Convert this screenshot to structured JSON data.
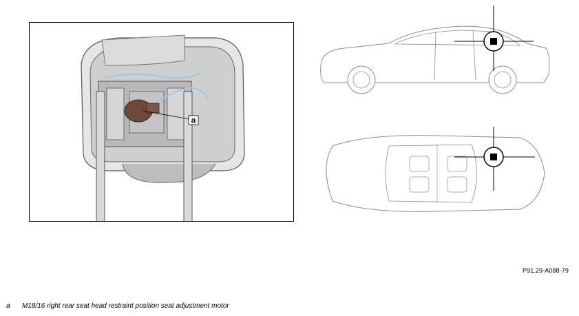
{
  "callout": {
    "letter": "a"
  },
  "figure_code": "P91.29-A088-79",
  "legend": {
    "items": [
      {
        "key": "a",
        "text": "M18/16 right rear seat head restraint position seat adjustment motor"
      }
    ]
  },
  "colors": {
    "line": "#000000",
    "drawing_gray": "#d9d9d9",
    "drawing_dark": "#8c8c8c",
    "wiring_blue": "#9cc8e0",
    "motor_brown": "#6e4a3a"
  },
  "icons": [
    "head-restraint-illustration",
    "car-side-view",
    "car-top-view",
    "location-marker-square"
  ]
}
